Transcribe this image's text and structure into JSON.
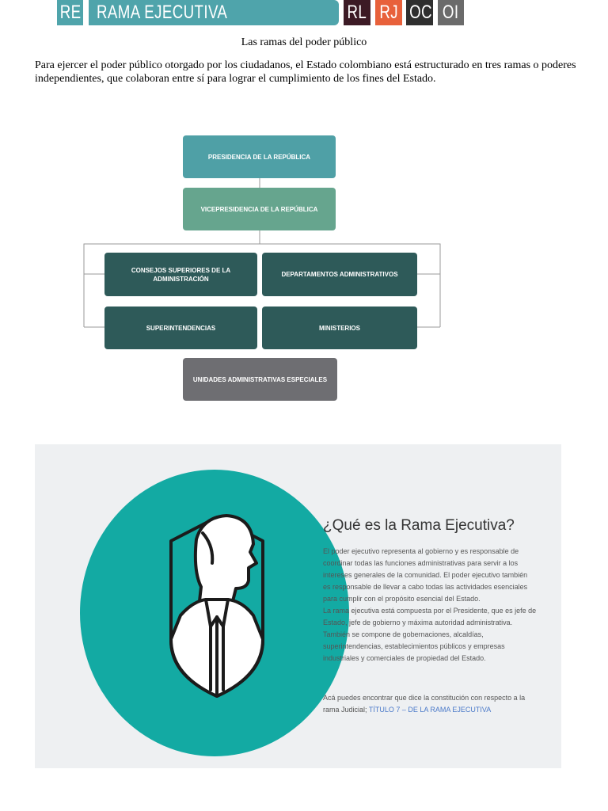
{
  "document": {
    "title": "Las ramas del poder público",
    "intro": "Para ejercer el poder público otorgado por los ciudadanos, el Estado colombiano está estructurado en tres ramas o poderes independientes, que colaboran entre sí para lograr el cumplimiento de los fines del Estado."
  },
  "org_chart": {
    "tabs": {
      "re": "RE",
      "main": "RAMA EJECUTIVA",
      "rl": "RL",
      "rj": "RJ",
      "oc": "OC",
      "oi": "OI"
    },
    "tab_colors": {
      "main": "#4fa4ab",
      "rl": "#3c1a25",
      "rj": "#e8613b",
      "oc": "#2f2f2f",
      "oi": "#6b6b6b"
    },
    "boxes": {
      "presidencia": "PRESIDENCIA DE LA REPÚBLICA",
      "vicepresidencia": "VICEPRESIDENCIA DE LA REPÚBLICA",
      "consejos": "CONSEJOS SUPERIORES DE LA ADMINISTRACIÓN",
      "departamentos": "DEPARTAMENTOS ADMINISTRATIVOS",
      "superintendencias": "SUPERINTENDENCIAS",
      "ministerios": "MINISTERIOS",
      "unidades": "UNIDADES ADMINISTRATIVAS ESPECIALES"
    }
  },
  "panel": {
    "heading": "¿Qué es la Rama Ejecutiva?",
    "paragraph1": "El poder ejecutivo representa al gobierno y es responsable de coordinar todas las funciones administrativas para servir a los intereses generales de la comunidad. El poder ejecutivo también es responsable de llevar a cabo todas las actividades esenciales para cumplir con el propósito esencial del Estado.",
    "paragraph2": "La rama ejecutiva está compuesta por el Presidente, que es jefe de Estado, jefe de gobierno y máxima autoridad administrativa. También se compone de gobernaciones, alcaldías, superintendencias, establecimientos públicos y empresas industriales y comerciales de propiedad del Estado.",
    "paragraph3_text": "Acá puedes encontrar que dice la constitución con respecto a la rama Judicial; ",
    "paragraph3_link": "TÍTULO 7 – DE LA RAMA EJECUTIVA",
    "accent_color": "#13aaa3",
    "icon": "executive-person-icon"
  }
}
